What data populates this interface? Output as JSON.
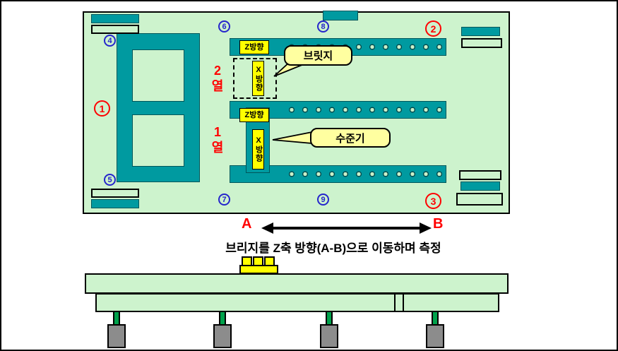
{
  "colors": {
    "bed_green": "#cdf3cd",
    "teal": "#009aa0",
    "teal_dark": "#00565a",
    "hole_green": "#c9efc9",
    "label_yellow": "#ffff00",
    "callout_yellow": "#ffffa0",
    "marker_red": "#ff0000",
    "marker_blue": "#2525cc",
    "leg_green": "#00a14b",
    "pad_gray": "#8c8c8c"
  },
  "top_view": {
    "row2": {
      "num": "2",
      "unit": "열",
      "z_label": "Z방향",
      "x_label": "X방향"
    },
    "row1": {
      "num": "1",
      "unit": "열",
      "z_label": "Z방향",
      "x_label": "X방향"
    },
    "callouts": {
      "bridge": "브릿지",
      "level": "수준기"
    },
    "markers": [
      {
        "n": "1",
        "color": "red"
      },
      {
        "n": "2",
        "color": "red"
      },
      {
        "n": "3",
        "color": "red"
      },
      {
        "n": "4",
        "color": "blue"
      },
      {
        "n": "5",
        "color": "blue"
      },
      {
        "n": "6",
        "color": "blue"
      },
      {
        "n": "7",
        "color": "blue"
      },
      {
        "n": "8",
        "color": "blue"
      },
      {
        "n": "9",
        "color": "blue"
      }
    ]
  },
  "annotation": {
    "point_a": "A",
    "point_b": "B",
    "caption": "브리지를 Z축 방향(A-B)으로 이동하며 측정"
  }
}
